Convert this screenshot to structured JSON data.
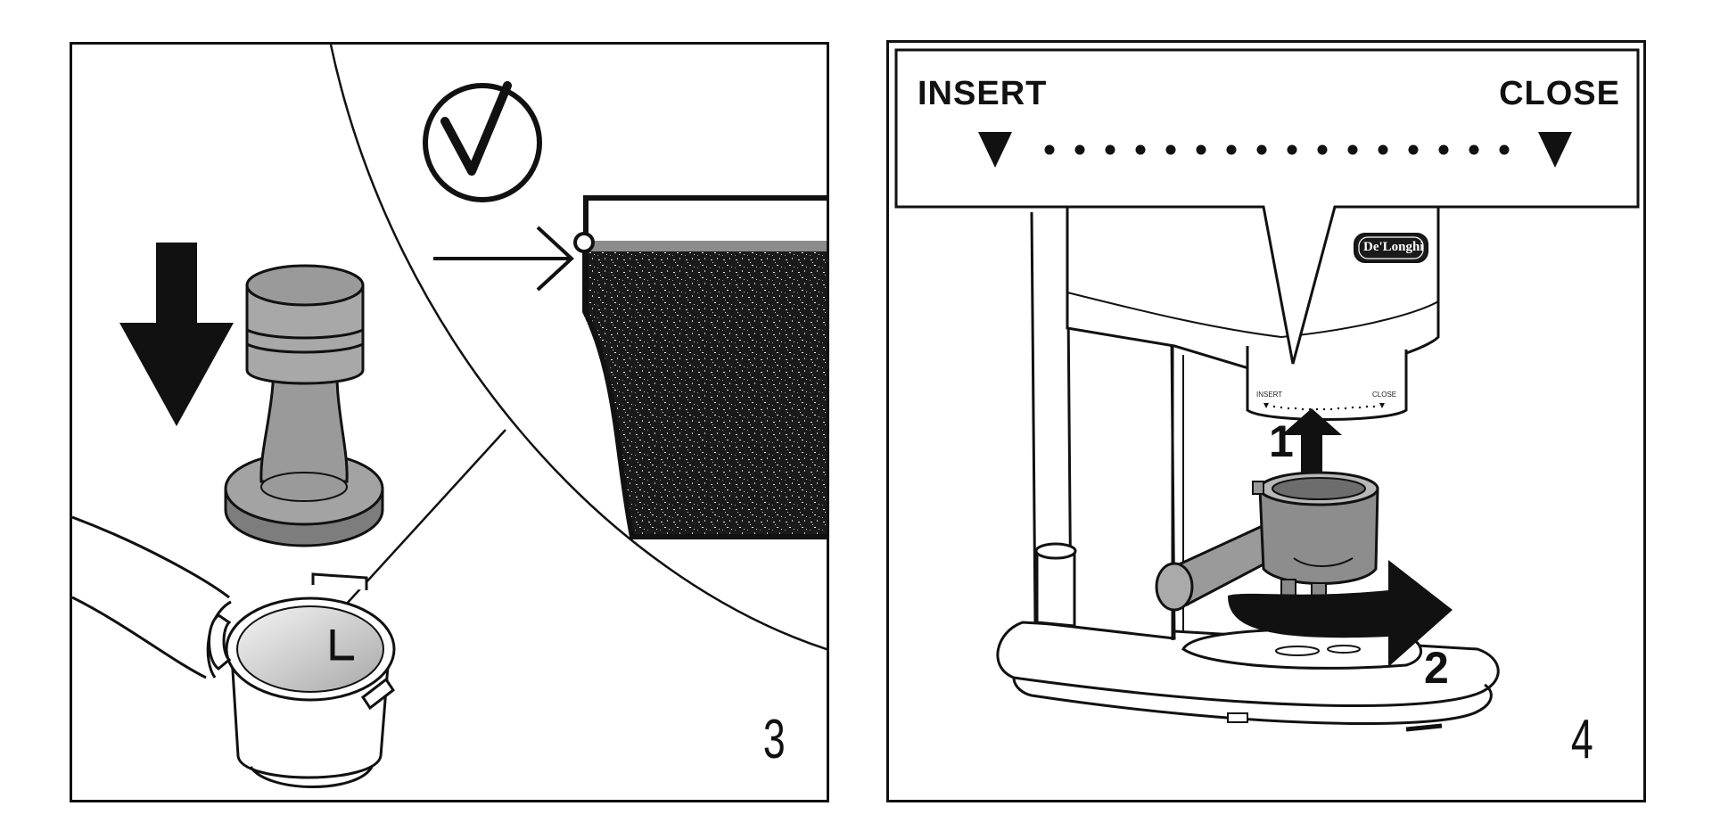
{
  "panels": [
    {
      "id": "panel-3",
      "step_number": "3"
    },
    {
      "id": "panel-4",
      "step_number": "4",
      "labels": {
        "insert": "INSERT",
        "close": "CLOSE",
        "insert_small": "INSERT",
        "close_small": "CLOSE"
      },
      "brand": "De'Longhi",
      "arrow_numbers": {
        "first": "1",
        "second": "2"
      }
    }
  ],
  "icons": [
    "checkmark-circle-icon",
    "down-arrow-icon",
    "right-arrow-icon",
    "up-arrow-icon",
    "rotate-arrow-icon"
  ],
  "colors": {
    "line": "#111111",
    "tamper_gray": "#9a9a9a",
    "coffee": "#1a1a1a",
    "basket_fill": "#d0d0d0"
  }
}
